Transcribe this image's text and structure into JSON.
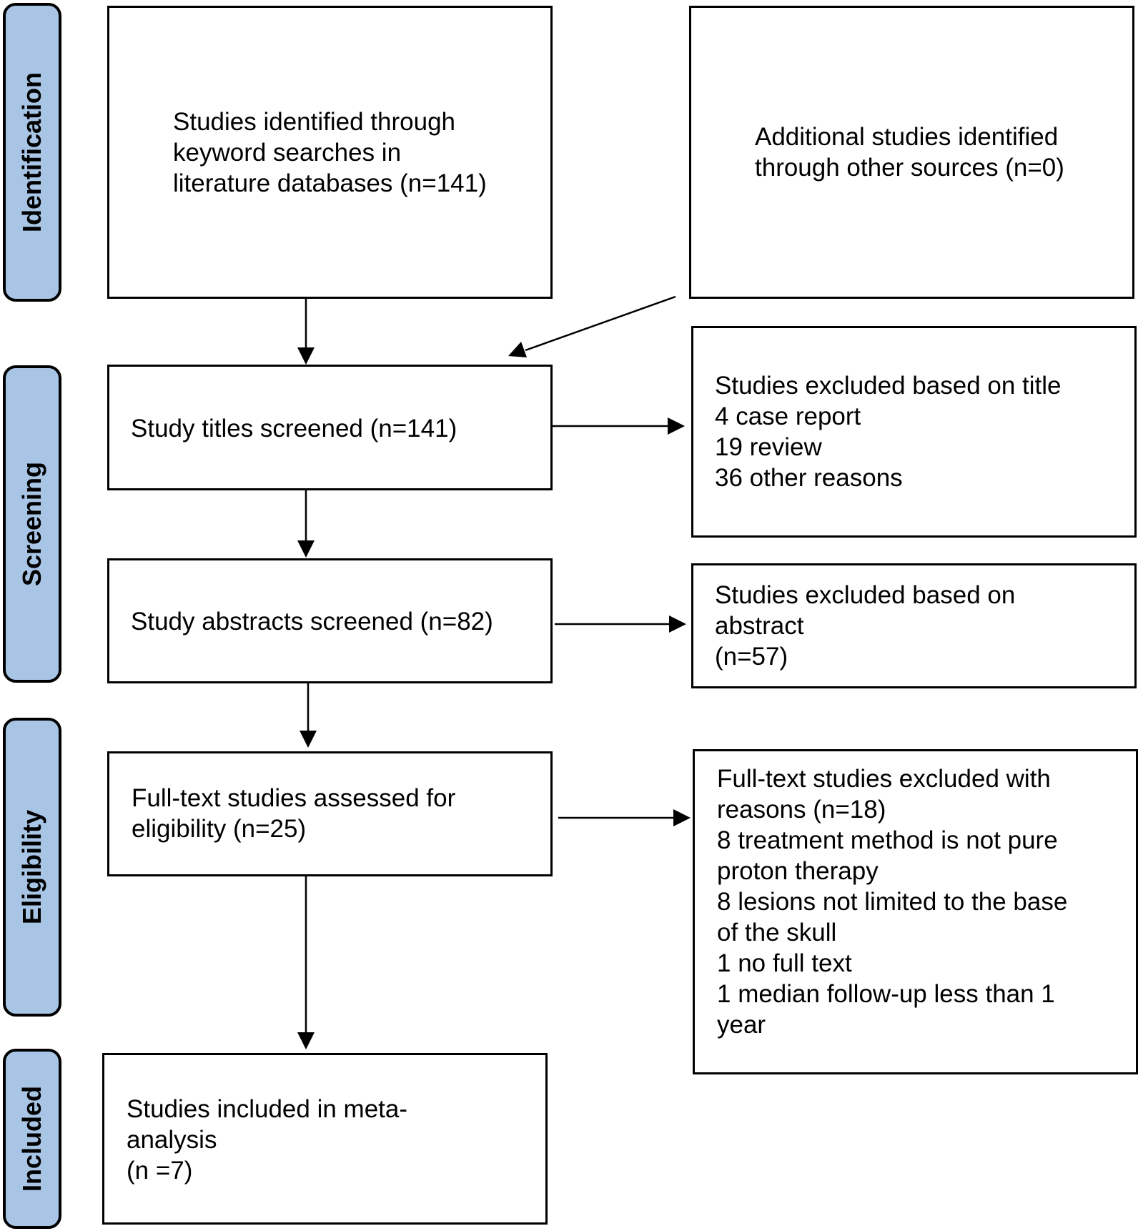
{
  "phases": {
    "identification": "Identification",
    "screening": "Screening",
    "eligibility": "Eligibility",
    "included": "Included"
  },
  "boxes": {
    "database_search": "Studies identified through\nkeyword searches in\nliterature databases (n=141)",
    "other_sources": "Additional studies identified\nthrough other sources (n=0)",
    "titles_screened": "Study titles screened (n=141)",
    "excluded_title": "Studies excluded based on title\n4 case report\n19 review\n36 other reasons",
    "abstracts_screened": "Study abstracts screened (n=82)",
    "excluded_abstract": "Studies excluded based on\nabstract\n(n=57)",
    "fulltext_assessed": "Full-text studies assessed for\neligibility (n=25)",
    "fulltext_excluded": "Full-text studies excluded with\nreasons (n=18)\n8 treatment method is not pure\nproton therapy\n8 lesions not limited to the base\nof the skull\n1 no full text\n1 median follow-up less than 1\nyear",
    "included_meta": "Studies included in meta-\nanalysis\n(n =7)"
  },
  "colors": {
    "phase_fill": "#a8c5e6",
    "border": "#000000"
  }
}
